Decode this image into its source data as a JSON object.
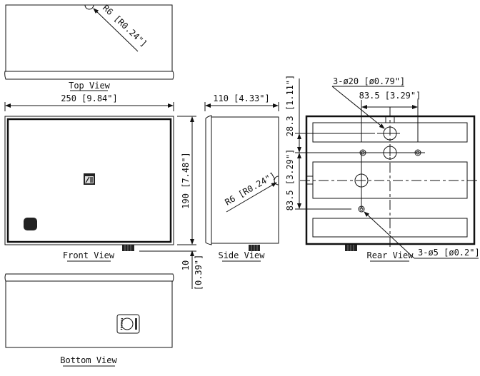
{
  "views": {
    "top": "Top View",
    "front": "Front View",
    "side": "Side View",
    "rear": "Rear View",
    "bottom": "Bottom View"
  },
  "dimensions": {
    "width": "250 [9.84\"]",
    "depth": "110 [4.33\"]",
    "height": "190 [7.48\"]",
    "foot_height": "10",
    "foot_height_in": "[0.39\"]",
    "radius_top": "R6 [R0.24\"]",
    "radius_side": "R6 [R0.24\"]",
    "rear_hole_spacing_h": "83.5 [3.29\"]",
    "rear_top_offset": "28.3 [1.11\"]",
    "rear_hole_spacing_v": "83.5 [3.29\"]",
    "large_holes": "3-ø20 [ø0.79\"]",
    "small_holes": "3-ø5 [ø0.2\"]"
  }
}
